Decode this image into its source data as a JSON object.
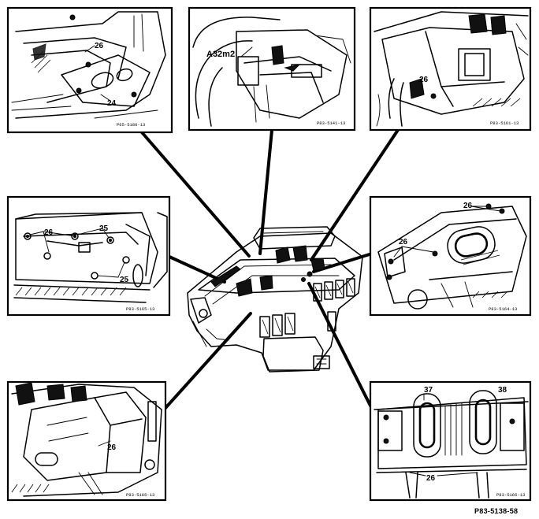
{
  "panels": {
    "top_left": {
      "callouts": [
        "26",
        "24"
      ],
      "ref": "P65-5180-13"
    },
    "top_center": {
      "callouts": [
        "A32m2"
      ],
      "ref": "P83-5141-13"
    },
    "top_right": {
      "callouts": [
        "26"
      ],
      "ref": "P83-5161-13"
    },
    "mid_left": {
      "callouts": [
        "26",
        "25",
        "25"
      ],
      "ref": "P83-5165-13"
    },
    "mid_right": {
      "callouts": [
        "26",
        "26"
      ],
      "ref": "P83-5164-13"
    },
    "bottom_left": {
      "callouts": [
        "26"
      ],
      "ref": "P83-5166-13"
    },
    "bottom_right": {
      "callouts": [
        "37",
        "38",
        "26"
      ],
      "ref": "P83-5166-13"
    }
  },
  "figure_ref": "P83-5138-58"
}
